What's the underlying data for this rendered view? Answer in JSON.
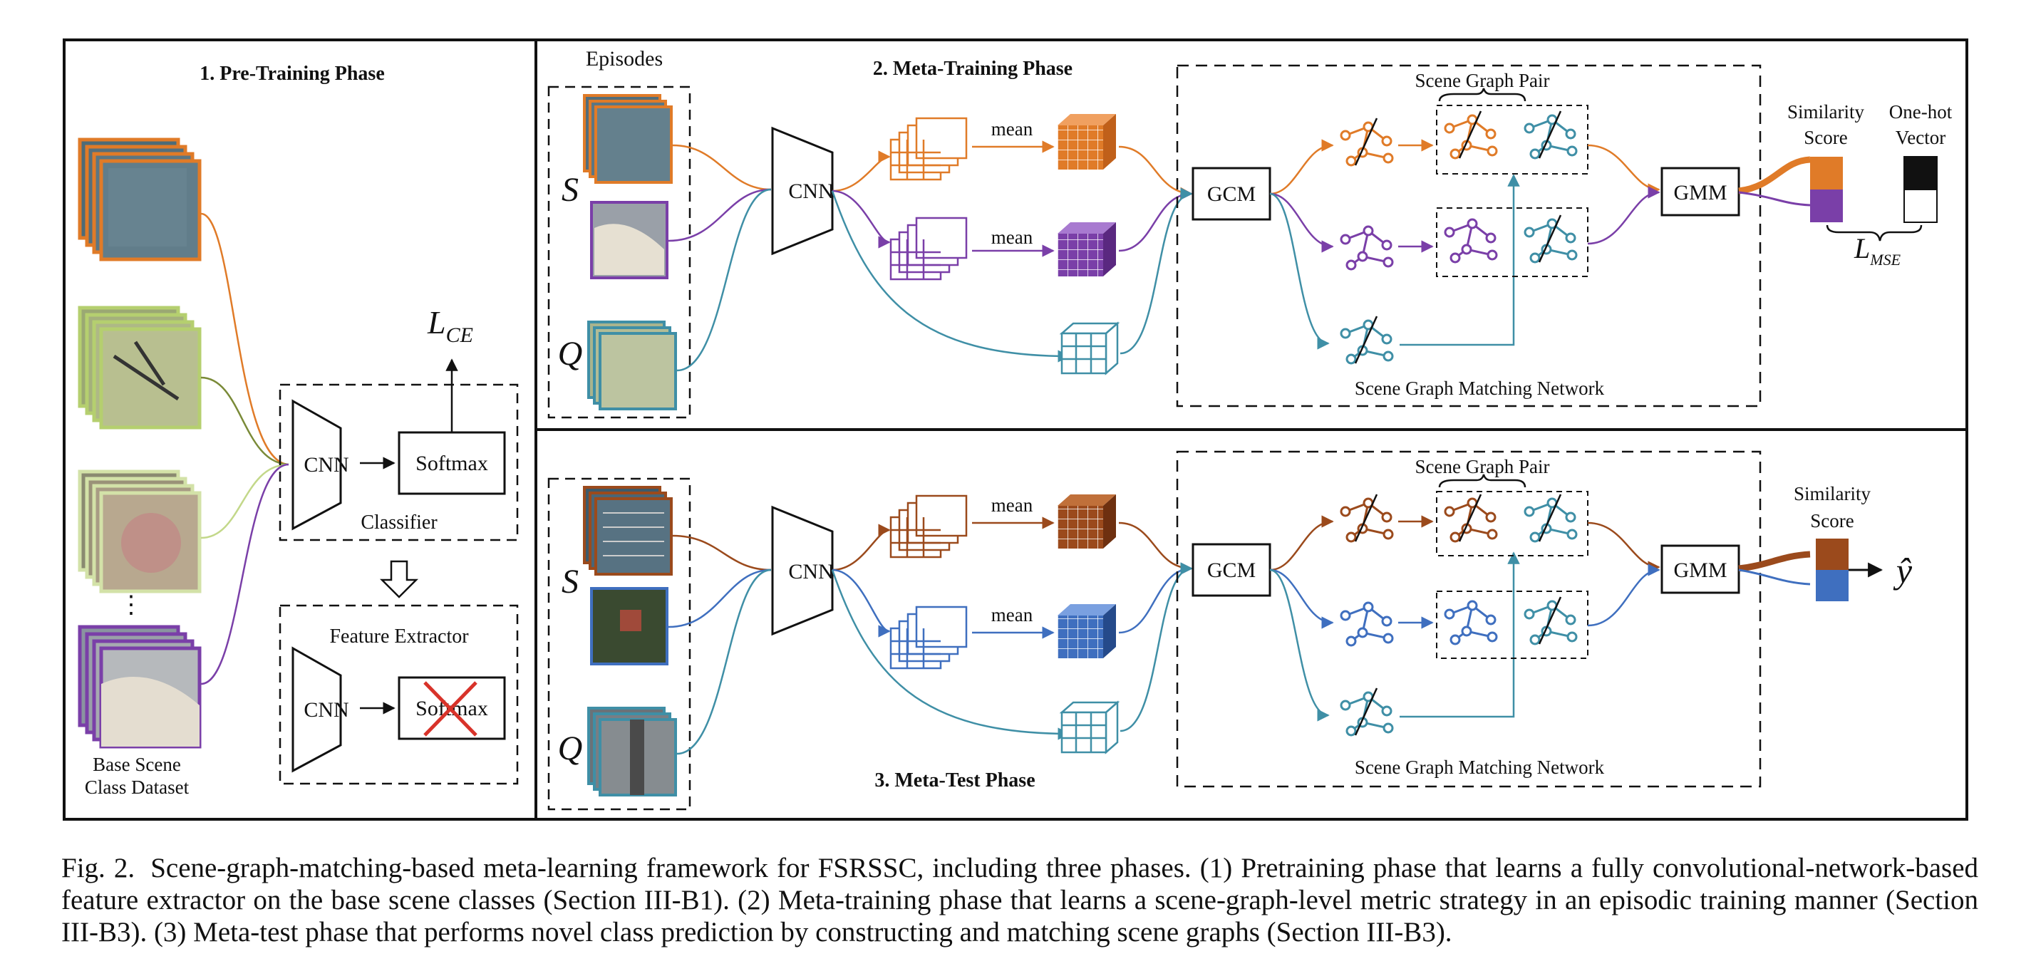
{
  "phases": {
    "pretrain_title": "1. Pre-Training Phase",
    "metatrain_title": "2. Meta-Training Phase",
    "metatest_title": "3. Meta-Test Phase"
  },
  "pretrain": {
    "cnn": "CNN",
    "softmax": "Softmax",
    "classifier": "Classifier",
    "loss": "L",
    "loss_sub": "CE",
    "feature_extractor": "Feature Extractor",
    "cnn2": "CNN",
    "softmax_crossed": "Softmax",
    "ellipsis": "⋮",
    "dataset_label_line1": "Base Scene",
    "dataset_label_line2": "Class Dataset"
  },
  "episodes": {
    "label": "Episodes",
    "support": "S",
    "query": "Q"
  },
  "metatrain": {
    "cnn": "CNN",
    "mean1": "mean",
    "mean2": "mean",
    "gcm": "GCM",
    "gmm": "GMM",
    "pair_label": "Scene Graph Pair",
    "network_label": "Scene Graph Matching Network",
    "similarity_line1": "Similarity",
    "similarity_line2": "Score",
    "onehot_line1": "One-hot",
    "onehot_line2": "Vector",
    "loss": "L",
    "loss_sub": "MSE"
  },
  "metatest": {
    "cnn": "CNN",
    "mean1": "mean",
    "mean2": "mean",
    "gcm": "GCM",
    "gmm": "GMM",
    "pair_label": "Scene Graph Pair",
    "network_label": "Scene Graph Matching Network",
    "similarity_line1": "Similarity",
    "similarity_line2": "Score",
    "output": "ŷ"
  },
  "colors": {
    "orange": "#e07b28",
    "purple": "#7a3fa8",
    "teal": "#3f8fa6",
    "green": "#8faa3a",
    "brown": "#9b4a1c",
    "blue": "#3f6fbf",
    "red_cross": "#d8332a"
  },
  "caption": {
    "label": "Fig. 2.",
    "text": "Scene-graph-matching-based meta-learning framework for FSRSSC, including three phases. (1) Pretraining phase that learns a fully convolutional-network-based feature extractor on the base scene classes (Section III-B1). (2) Meta-training phase that learns a scene-graph-level metric strategy in an episodic training manner (Section III-B3). (3) Meta-test phase that performs novel class prediction by constructing and matching scene graphs (Section III-B3)."
  }
}
